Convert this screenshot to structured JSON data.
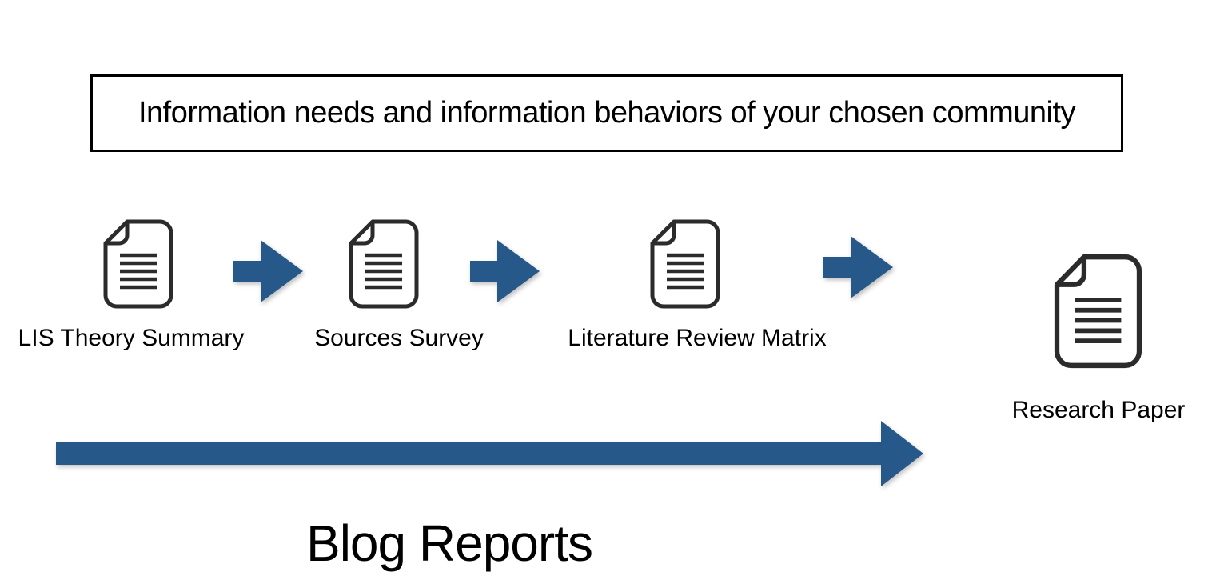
{
  "title": "Information needs and information behaviors of your chosen community",
  "steps": [
    {
      "label": "LIS Theory Summary"
    },
    {
      "label": "Sources Survey"
    },
    {
      "label": "Literature Review Matrix"
    },
    {
      "label": "Research Paper"
    }
  ],
  "timeline_label": "Blog Reports",
  "icons": {
    "document": "document-icon",
    "arrow": "right-arrow-icon"
  },
  "colors": {
    "arrow_blue": "#27588A",
    "document_outline": "#2B2B2B",
    "title_border": "#000000",
    "text": "#000000",
    "background": "#FFFFFF"
  }
}
